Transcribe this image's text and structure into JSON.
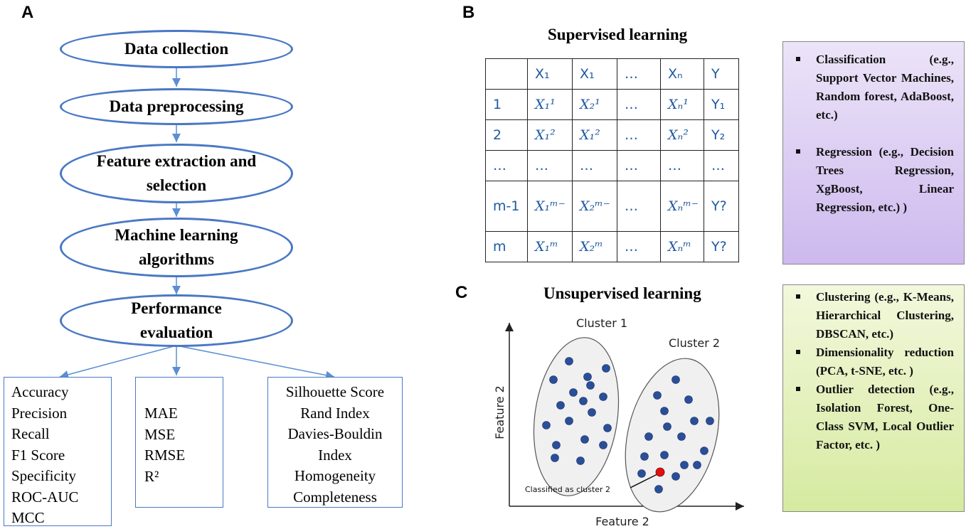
{
  "panels": {
    "a": "A",
    "b": "B",
    "c": "C"
  },
  "flow": {
    "steps": [
      {
        "label": "Data collection"
      },
      {
        "label": "Data preprocessing"
      },
      {
        "label": "Feature extraction and selection"
      },
      {
        "label": "Machine learning algorithms"
      },
      {
        "label": "Performance evaluation"
      }
    ],
    "metric_groups": [
      {
        "items": [
          "Accuracy",
          "Precision",
          "Recall",
          "F1 Score",
          "Specificity",
          "ROC-AUC",
          "MCC"
        ]
      },
      {
        "items": [
          "MAE",
          "MSE",
          "RMSE",
          "R²"
        ]
      },
      {
        "items": [
          "Silhouette Score",
          "Rand Index",
          "Davies-Bouldin Index",
          "Homogeneity",
          "Completeness"
        ]
      }
    ]
  },
  "supervised": {
    "title": "Supervised learning",
    "header": [
      "",
      "X₁",
      "X₁",
      "…",
      "Xₙ",
      "Y"
    ],
    "rows": [
      [
        "1",
        "X₁¹",
        "X₂¹",
        "…",
        "Xₙ¹",
        "Y₁"
      ],
      [
        "2",
        "X₁²",
        "X₁²",
        "…",
        "Xₙ²",
        "Y₂"
      ],
      [
        "…",
        "…",
        "…",
        "…",
        "…",
        "…"
      ],
      [
        "m-1",
        "X₁ᵐ⁻",
        "X₂ᵐ⁻",
        "…",
        "Xₙᵐ⁻",
        "Y?"
      ],
      [
        "m",
        "X₁ᵐ",
        "X₂ᵐ",
        "…",
        "Xₙᵐ",
        "Y?"
      ]
    ],
    "side_items": [
      "Classification (e.g., Support Vector Machines, Random forest, AdaBoost, etc.)",
      "Regression (e.g., Decision Trees Regression, XgBoost, Linear Regression, etc.) )"
    ],
    "side_color": "#d9ccf2"
  },
  "unsupervised": {
    "title": "Unsupervised learning",
    "cluster1_label": "Cluster 1",
    "cluster2_label": "Cluster 2",
    "x_axis_label": "Feature 2",
    "y_axis_label": "Feature 2",
    "annotation": "Classified as cluster 2",
    "side_items": [
      "Clustering (e.g., K-Means, Hierarchical Clustering, DBSCAN, etc.)",
      "Dimensionality reduction (PCA, t-SNE, etc. )",
      "Outlier detection (e.g., Isolation Forest, One-Class SVM, Local Outlier Factor, etc. )"
    ],
    "point_color": "#2a4f9a",
    "highlight_color": "#e01010",
    "side_color": "#e4f1b8"
  }
}
